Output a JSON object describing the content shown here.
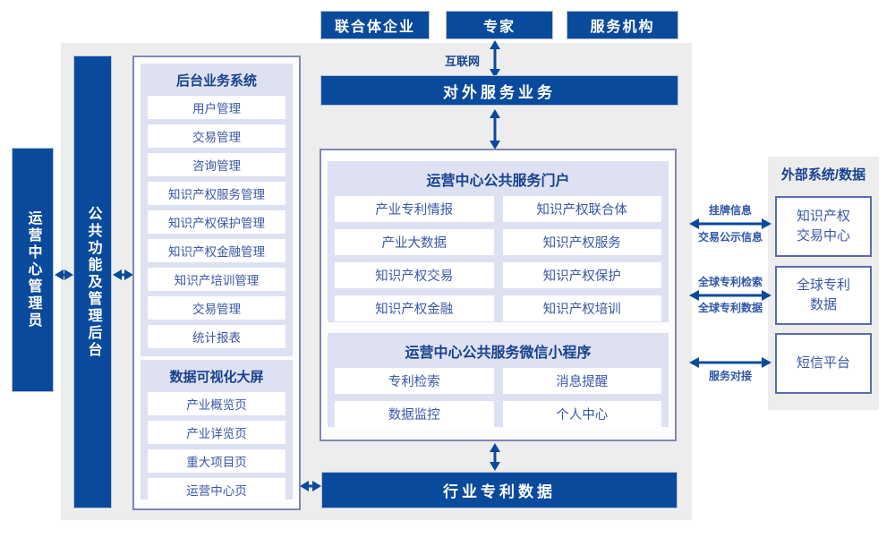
{
  "colors": {
    "accent_blue": "#0a4a9c",
    "panel_border": "#8087b2",
    "lavender_panel": "#dde1f1",
    "item_text": "#3a57a8",
    "title_text": "#16418f",
    "canvas_gray": "#ededee"
  },
  "actors": [
    "联合体企业",
    "专家",
    "服务机构"
  ],
  "internet_label": "互联网",
  "external_service_bar": "对外服务业务",
  "admin_box": "运营中心管理员",
  "backend_functions_bar": "公共功能及管理后台",
  "backend_panel": {
    "title": "后台业务系统",
    "items": [
      "用户管理",
      "交易管理",
      "咨询管理",
      "知识产权服务管理",
      "知识产权保护管理",
      "知识产权金融管理",
      "知识产培训管理",
      "交易管理",
      "统计报表"
    ]
  },
  "dashboard_panel": {
    "title": "数据可视化大屏",
    "items": [
      "产业概览页",
      "产业详览页",
      "重大项目页",
      "运营中心页"
    ]
  },
  "portal_panel": {
    "title": "运营中心公共服务门户",
    "items": [
      "产业专利情报",
      "知识产权联合体",
      "产业大数据",
      "知识产权服务",
      "知识产权交易",
      "知识产权保护",
      "知识产权金融",
      "知识产权培训"
    ]
  },
  "miniprogram_panel": {
    "title": "运营中心公共服务微信小程序",
    "items": [
      "专利检索",
      "消息提醒",
      "数据监控",
      "个人中心"
    ]
  },
  "industry_data_bar": "行业专利数据",
  "external_panel": {
    "title": "外部系统/数据",
    "systems": [
      "知识产权交易中心",
      "全球专利数据",
      "短信平台"
    ]
  },
  "link_labels": [
    "挂牌信息",
    "交易公示信息",
    "全球专利检索",
    "全球专利数据",
    "服务对接"
  ]
}
